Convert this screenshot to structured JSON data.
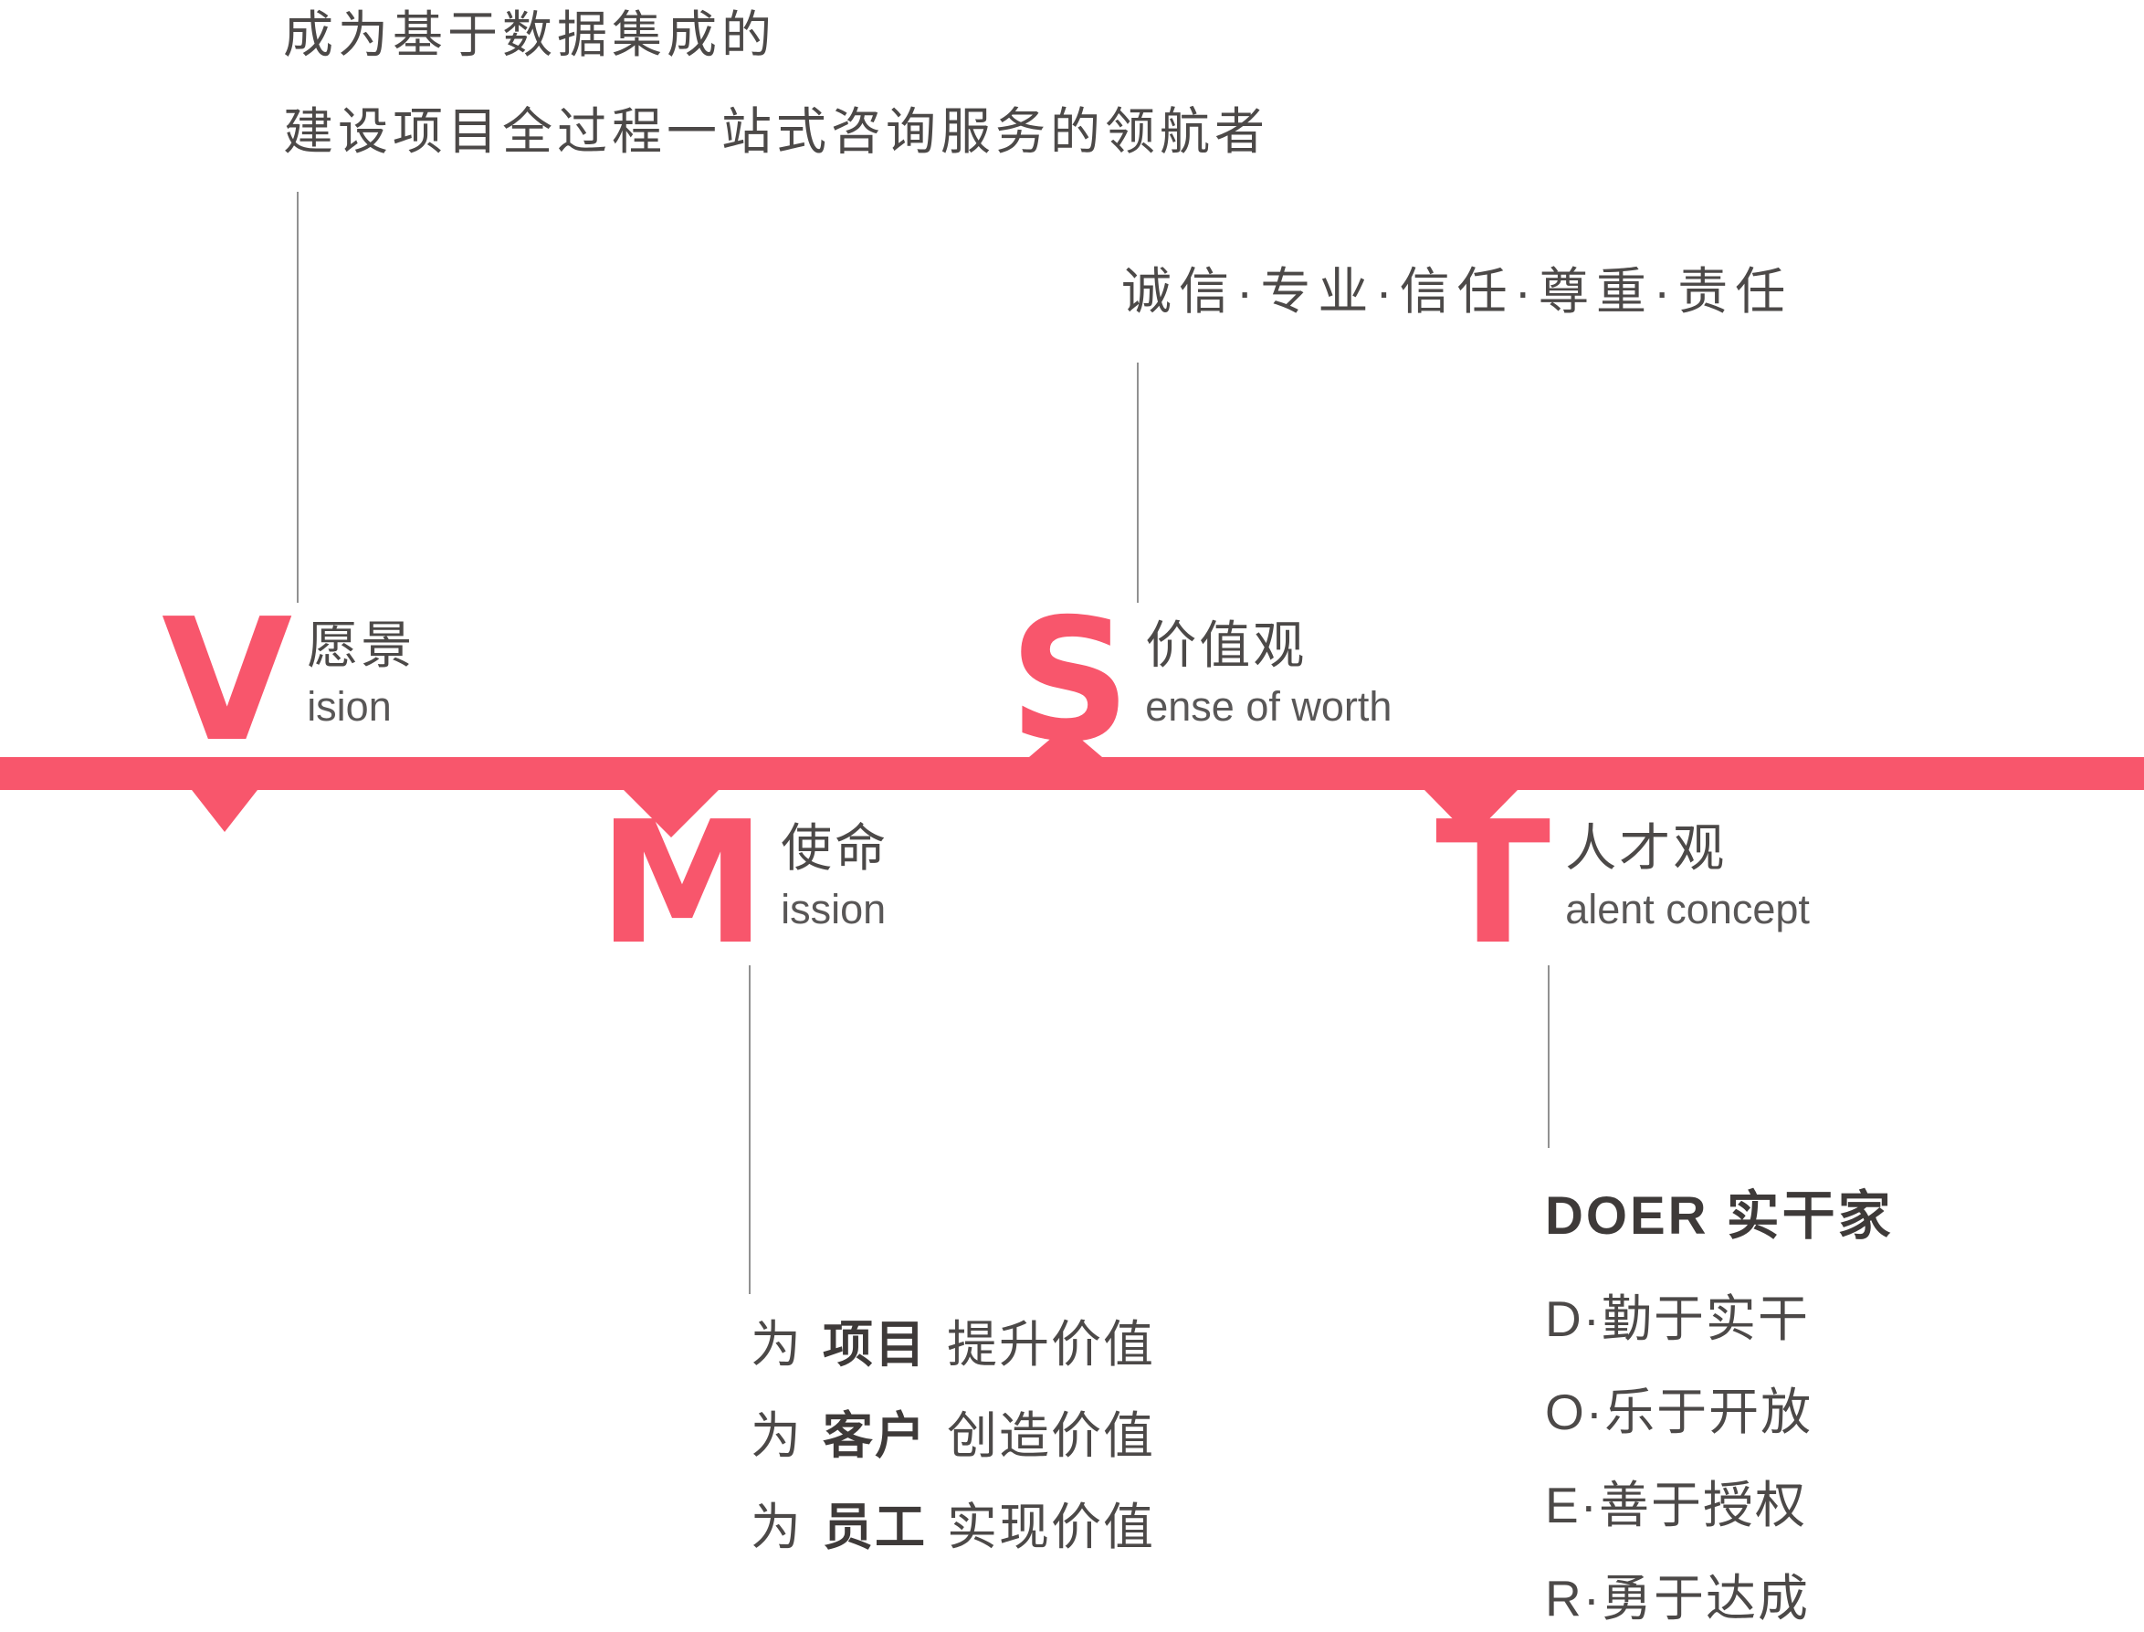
{
  "colors": {
    "accent": "#F8566C",
    "text-dark": "#4C4948",
    "text-gray": "#595757",
    "title-dark": "#3E3A39",
    "line": "#919191"
  },
  "vision": {
    "letter": "V",
    "zh": "愿景",
    "en": "ision",
    "desc_line1": "成为基于数据集成的",
    "desc_line2": "建设项目全过程一站式咨询服务的领航者"
  },
  "mission": {
    "letter": "M",
    "zh": "使命",
    "en": "ission",
    "items": [
      {
        "prefix": "为",
        "keyword": "项目",
        "suffix": "提升价值"
      },
      {
        "prefix": "为",
        "keyword": "客户",
        "suffix": "创造价值"
      },
      {
        "prefix": "为",
        "keyword": "员工",
        "suffix": "实现价值"
      }
    ]
  },
  "sense_of_worth": {
    "letter": "S",
    "zh": "价值观",
    "en": "ense of worth",
    "values": "诚信·专业·信任·尊重·责任"
  },
  "talent": {
    "letter": "T",
    "zh": "人才观",
    "en": "alent concept",
    "title": "DOER 实干家",
    "items": [
      "D·勤于实干",
      "O·乐于开放",
      "E·善于授权",
      "R·勇于达成"
    ]
  }
}
